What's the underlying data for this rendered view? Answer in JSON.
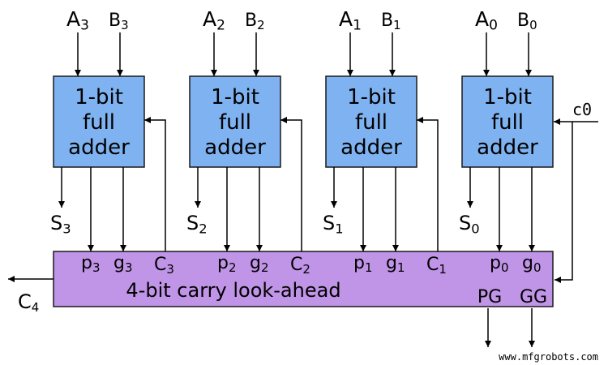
{
  "adders": [
    {
      "a": "A",
      "b": "B",
      "index": "3",
      "s": "S",
      "p": "p",
      "g": "g",
      "c": "C",
      "label_lines": [
        "1-bit",
        "full",
        "adder"
      ]
    },
    {
      "a": "A",
      "b": "B",
      "index": "2",
      "s": "S",
      "p": "p",
      "g": "g",
      "c": "C",
      "label_lines": [
        "1-bit",
        "full",
        "adder"
      ]
    },
    {
      "a": "A",
      "b": "B",
      "index": "1",
      "s": "S",
      "p": "p",
      "g": "g",
      "c": "C",
      "label_lines": [
        "1-bit",
        "full",
        "adder"
      ]
    },
    {
      "a": "A",
      "b": "B",
      "index": "0",
      "s": "S",
      "p": "p",
      "g": "g",
      "c": "",
      "label_lines": [
        "1-bit",
        "full",
        "adder"
      ]
    }
  ],
  "carry_in": "c0",
  "lookahead": {
    "label": "4-bit carry look-ahead",
    "carry_out": "C",
    "carry_out_index": "4",
    "pg": "PG",
    "gg": "GG"
  },
  "watermark": "www.mfgrobots.com",
  "colors": {
    "adder_fill": "#7fb2f0",
    "adder_stroke": "#1a1a1a",
    "lookahead_fill": "#c094e6",
    "wire": "#000000"
  }
}
